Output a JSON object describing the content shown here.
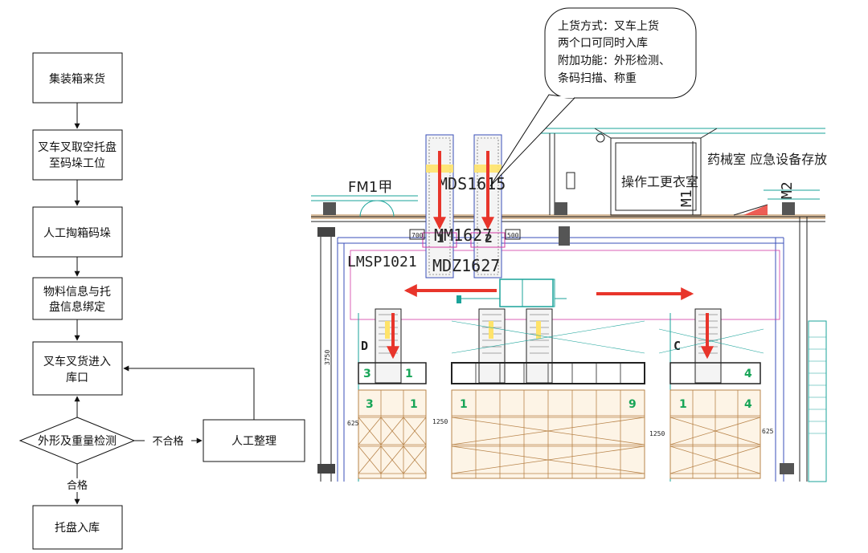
{
  "flowchart": {
    "steps": [
      {
        "id": "s1",
        "lines": [
          "集装箱来货"
        ]
      },
      {
        "id": "s2",
        "lines": [
          "叉车叉取空托盘",
          "至码垛工位"
        ]
      },
      {
        "id": "s3",
        "lines": [
          "人工掏箱码垛"
        ]
      },
      {
        "id": "s4",
        "lines": [
          "物料信息与托",
          "盘信息绑定"
        ]
      },
      {
        "id": "s5",
        "lines": [
          "叉车叉货进入",
          "库口"
        ]
      },
      {
        "id": "s6",
        "lines": [
          "外形及重量检测"
        ]
      },
      {
        "id": "s7",
        "lines": [
          "人工整理"
        ]
      },
      {
        "id": "s8",
        "lines": [
          "托盘入库"
        ]
      }
    ],
    "edge_labels": {
      "fail": "不合格",
      "pass": "合格"
    }
  },
  "callout": {
    "lines": [
      "上货方式：叉车上货",
      "两个口可同时入库",
      "附加功能：外形检测、",
      "条码扫描、称重"
    ]
  },
  "plan": {
    "labels": {
      "fm1": "FM1甲",
      "mds": "MDS1615",
      "mm": "MM1627",
      "lmsp": "LMSP1021",
      "mdz": "MDZ1627",
      "room1": "操作工更衣室",
      "room2": "药械室 应急设备存放",
      "m1": "M1",
      "m2": "M2",
      "d": "D",
      "c": "C",
      "dim700": "700",
      "dim500": "500",
      "dim1250a": "1250",
      "dim1250b": "1250",
      "dim625a": "625",
      "dim625b": "625",
      "dim3750": "3750"
    },
    "port_numbers": {
      "left": "1",
      "right": "2"
    },
    "rack_numbers": {
      "row1": [
        "3",
        "1",
        "4"
      ],
      "row2": [
        "3",
        "1",
        "1",
        "9",
        "1",
        "4"
      ]
    },
    "colors": {
      "arrow": "#e8352b",
      "cad_blue": "#3a4fb8",
      "cad_cyan": "#1aa39a",
      "cad_green": "#18a558",
      "rack": "#b8844a",
      "cad_magenta": "#d33aa5"
    }
  }
}
